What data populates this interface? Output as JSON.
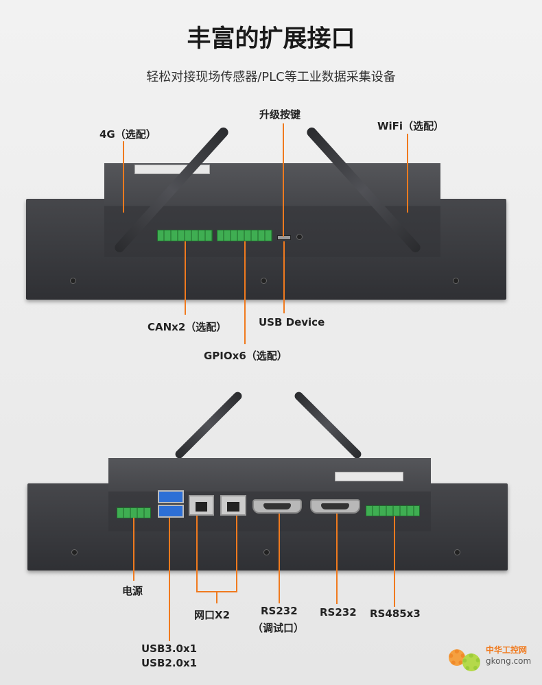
{
  "header": {
    "title": "丰富的扩展接口",
    "subtitle": "轻松对接现场传感器/PLC等工业数据采集设备"
  },
  "top_view": {
    "labels": {
      "upgrade_key": "升级按键",
      "g4": "4G（选配）",
      "wifi": "WiFi（选配）",
      "can": "CANx2（选配）",
      "usb_device": "USB Device",
      "gpio": "GPIOx6（选配）"
    }
  },
  "bottom_view": {
    "labels": {
      "power": "电源",
      "ethernet": "网口X2",
      "rs232_debug": "RS232",
      "rs232_debug_note": "（调试口）",
      "rs232": "RS232",
      "rs485": "RS485x3",
      "usb3": "USB3.0x1",
      "usb2": "USB2.0x1"
    }
  },
  "watermark": {
    "cn": "中华工控网",
    "domain": "gkong.com"
  },
  "colors": {
    "accent": "#f07a1e",
    "connector_green": "#3fae52",
    "usb_blue": "#2d6fd6"
  }
}
